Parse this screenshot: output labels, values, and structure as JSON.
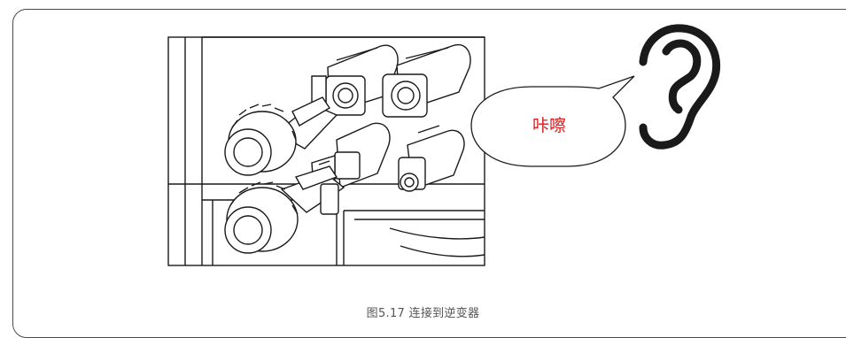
{
  "figure": {
    "caption": "图5.17 连接到逆变器",
    "sound_effect": "咔嚓",
    "colors": {
      "line": "#1a1a1a",
      "caption": "#555555",
      "sound_effect": "#d61a1f",
      "frame": "#4a4a4a"
    },
    "icons": [
      "ear-icon",
      "speech-bubble",
      "mc4-connector"
    ]
  }
}
